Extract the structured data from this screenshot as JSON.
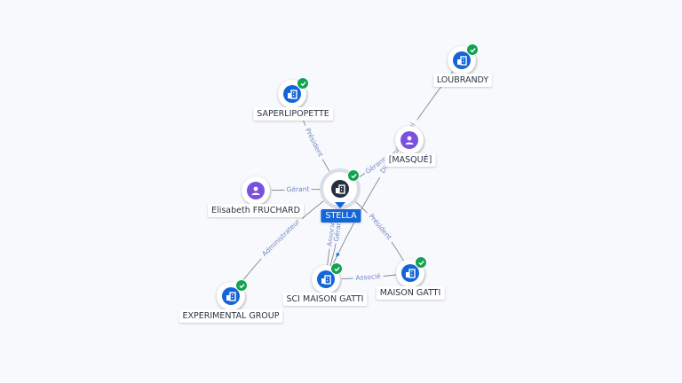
{
  "colors": {
    "accent": "#1565d8",
    "edge": "#7f8896",
    "edge_label": "#6f87c9",
    "verified": "#12a352",
    "person": "#7b4fe0"
  },
  "nodes": [
    {
      "id": "stella",
      "label": "STELLA",
      "kind": "company",
      "icon": "company-icon",
      "verified": true,
      "center": true
    },
    {
      "id": "saperlipopette",
      "label": "SAPERLIPOPETTE",
      "kind": "company",
      "icon": "company-icon",
      "verified": true
    },
    {
      "id": "loubrandy",
      "label": "LOUBRANDY",
      "kind": "company",
      "icon": "company-icon",
      "verified": true
    },
    {
      "id": "masque",
      "label": "[MASQUÉ]",
      "kind": "person",
      "icon": "person-icon",
      "verified": false
    },
    {
      "id": "fruchard",
      "label": "Elisabeth FRUCHARD",
      "kind": "person",
      "icon": "person-icon",
      "verified": false
    },
    {
      "id": "experimental",
      "label": "EXPERIMENTAL GROUP",
      "kind": "company",
      "icon": "company-icon",
      "verified": true
    },
    {
      "id": "sci_gatti",
      "label": "SCI MAISON GATTI",
      "kind": "company",
      "icon": "company-icon",
      "verified": true
    },
    {
      "id": "maison_gatti",
      "label": "MAISON GATTI",
      "kind": "company",
      "icon": "company-icon",
      "verified": true
    }
  ],
  "edges": [
    {
      "from": "saperlipopette",
      "to": "stella",
      "label": "Président"
    },
    {
      "from": "fruchard",
      "to": "stella",
      "label": "Gérant"
    },
    {
      "from": "masque",
      "to": "stella",
      "label": "Gérant"
    },
    {
      "from": "loubrandy",
      "to": "sci_gatti",
      "label": "Directeur général"
    },
    {
      "from": "stella",
      "to": "experimental",
      "label": "Administrateur"
    },
    {
      "from": "stella",
      "to": "sci_gatti",
      "label": "Associé"
    },
    {
      "from": "stella",
      "to": "maison_gatti",
      "label": "Président"
    },
    {
      "from": "maison_gatti",
      "to": "sci_gatti",
      "label": "Associé"
    },
    {
      "from": "sci_gatti",
      "to": "stella",
      "label": "Gérant"
    }
  ]
}
